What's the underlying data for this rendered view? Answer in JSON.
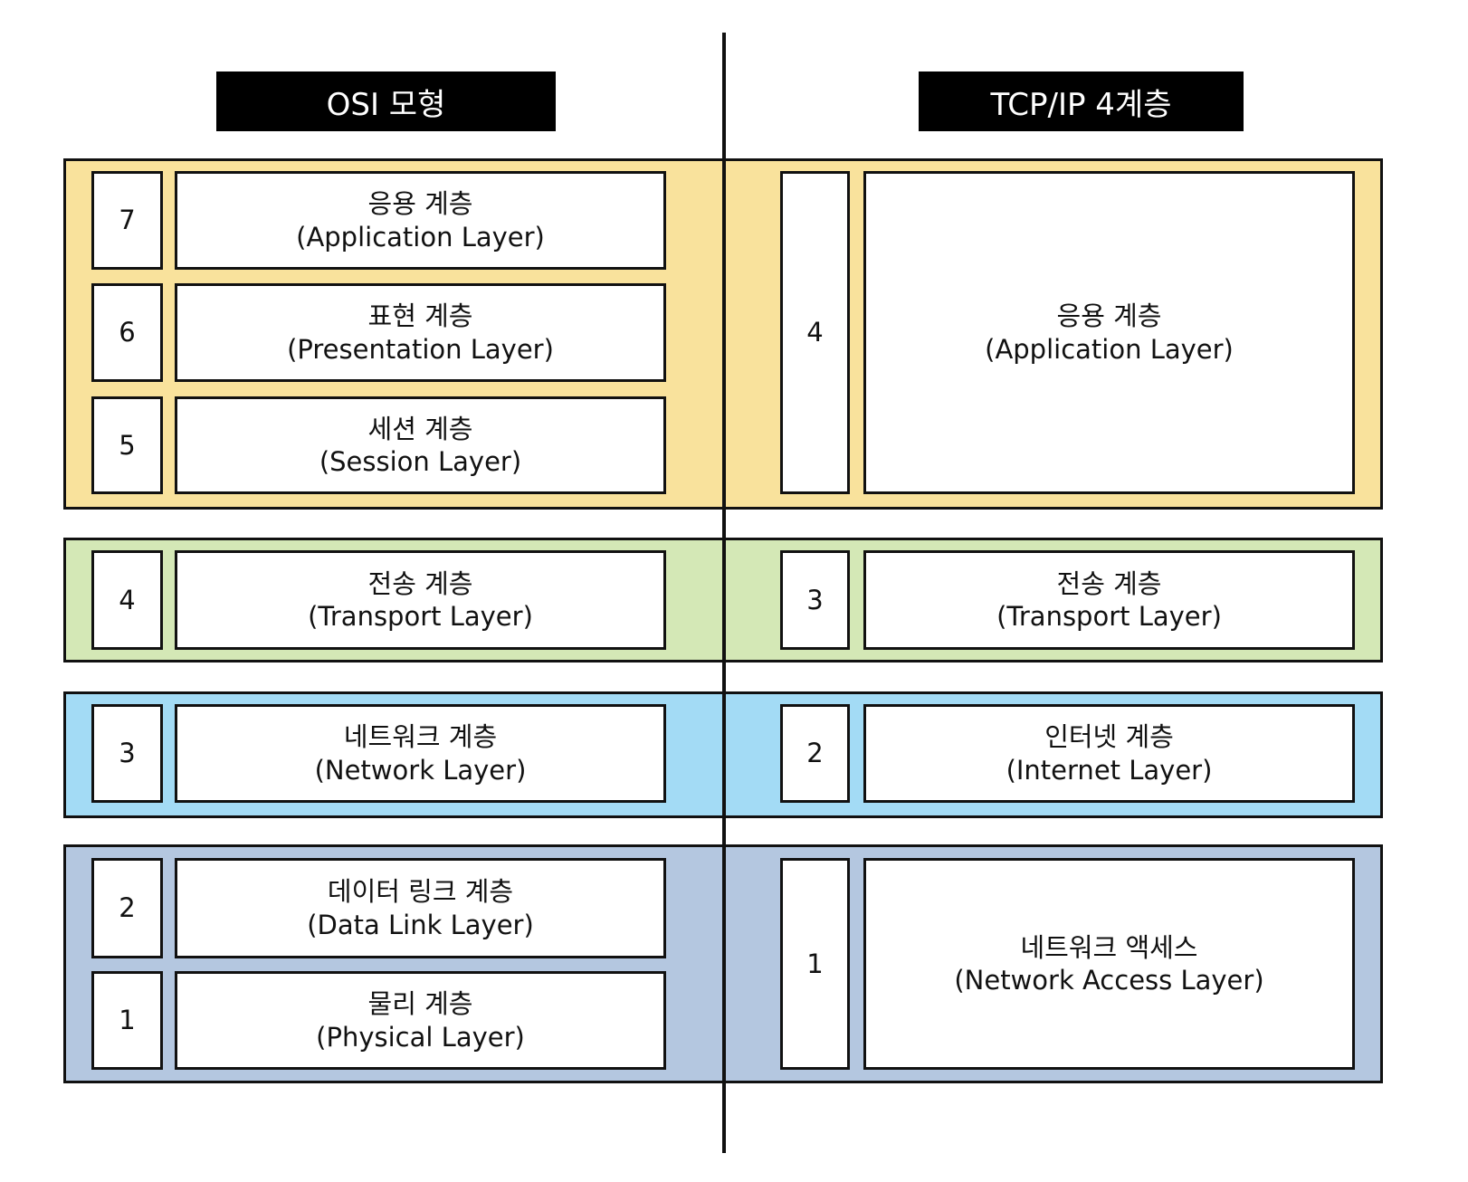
{
  "headers": {
    "osi": "OSI 모형",
    "tcpip": "TCP/IP 4계층"
  },
  "colors": {
    "application": "#f9e29c",
    "transport": "#d4e8b6",
    "network": "#a3dbf5",
    "link": "#b4c7e0"
  },
  "osi": [
    {
      "num": "7",
      "ko": "응용 계층",
      "en": "(Application Layer)"
    },
    {
      "num": "6",
      "ko": "표현 계층",
      "en": "(Presentation Layer)"
    },
    {
      "num": "5",
      "ko": "세션 계층",
      "en": "(Session Layer)"
    },
    {
      "num": "4",
      "ko": "전송 계층",
      "en": "(Transport Layer)"
    },
    {
      "num": "3",
      "ko": "네트워크 계층",
      "en": "(Network Layer)"
    },
    {
      "num": "2",
      "ko": "데이터 링크 계층",
      "en": "(Data Link Layer)"
    },
    {
      "num": "1",
      "ko": "물리 계층",
      "en": "(Physical Layer)"
    }
  ],
  "tcpip": [
    {
      "num": "4",
      "ko": "응용 계층",
      "en": "(Application Layer)"
    },
    {
      "num": "3",
      "ko": "전송 계층",
      "en": "(Transport Layer)"
    },
    {
      "num": "2",
      "ko": "인터넷 계층",
      "en": "(Internet Layer)"
    },
    {
      "num": "1",
      "ko": "네트워크 액세스",
      "en": "(Network Access Layer)"
    }
  ]
}
